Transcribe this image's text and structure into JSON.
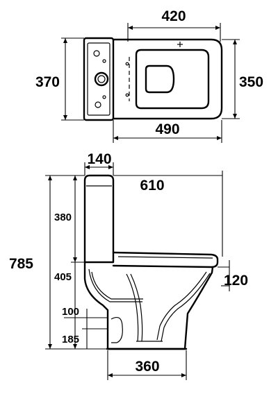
{
  "top_view": {
    "length_top": "420",
    "depth_left": "370",
    "depth_right": "350",
    "length_bottom": "490"
  },
  "side_view": {
    "cistern_depth": "140",
    "overall_projection": "610",
    "overall_height": "785",
    "cistern_height": "380",
    "seat_height": "405",
    "seat_thickness": "120",
    "outlet_height": "100",
    "outlet_base": "185",
    "footprint_width": "360"
  }
}
